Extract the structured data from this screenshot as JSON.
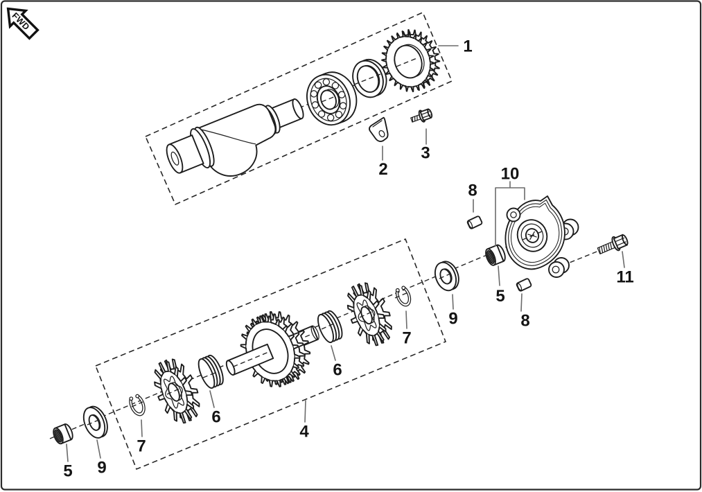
{
  "diagram": {
    "fwd_badge_label": "FWD",
    "callouts": {
      "c1": "1",
      "c2": "2",
      "c3": "3",
      "c4": "4",
      "c5": "5",
      "c6": "6",
      "c7": "7",
      "c8": "8",
      "c9": "9",
      "c10": "10",
      "c11": "11"
    }
  },
  "icons": {
    "fwd_arrow": "fwd-arrow-icon"
  },
  "colors": {
    "ink": "#1c1c1c",
    "leader": "#6a6a6a",
    "dash": "#262626",
    "background": "#ffffff"
  }
}
